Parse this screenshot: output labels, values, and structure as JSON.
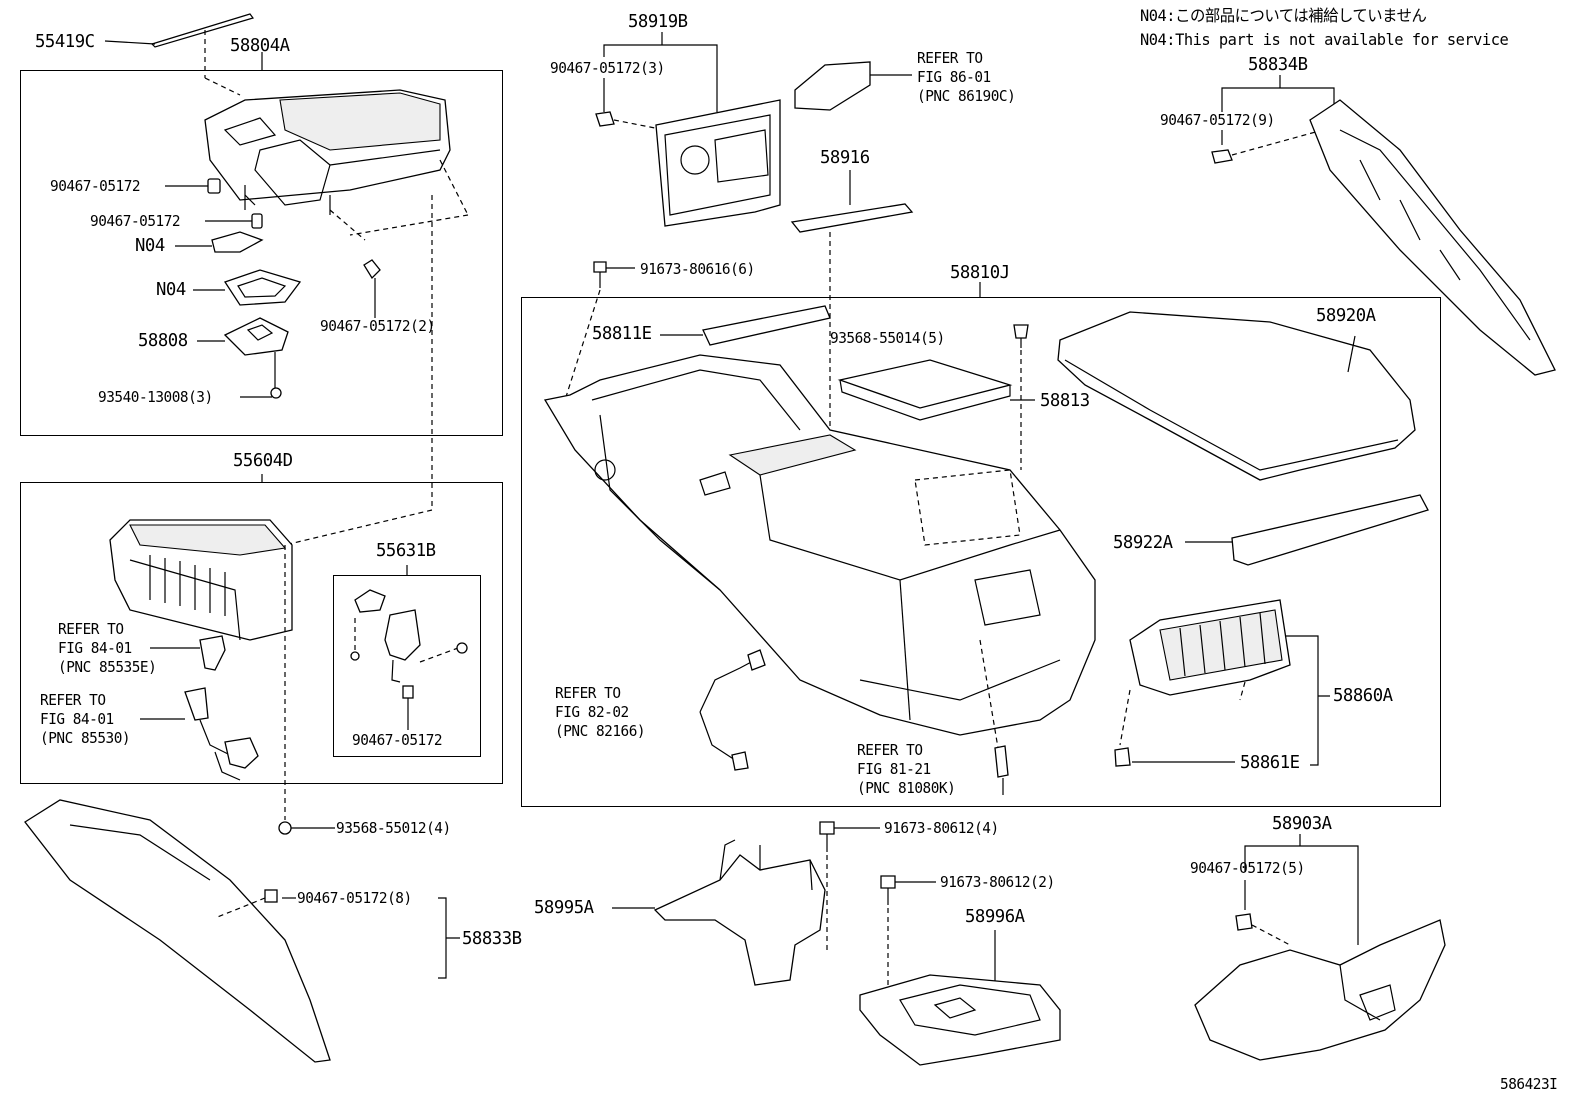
{
  "notes": {
    "jp": "N04:この部品については補給していません",
    "en": "N04:This part is not available for service"
  },
  "figure_id": "586423I",
  "labels": {
    "p55419C": "55419C",
    "p58804A": "58804A",
    "c1": "90467-05172",
    "c2": "90467-05172",
    "n04a": "N04",
    "n04b": "N04",
    "p58808": "58808",
    "s93540": "93540-13008(3)",
    "c3": "90467-05172(2)",
    "p55604D": "55604D",
    "ref1a": "REFER TO",
    "ref1b": "FIG 84-01",
    "ref1c": "(PNC 85535E)",
    "ref2a": "REFER TO",
    "ref2b": "FIG 84-01",
    "ref2c": "(PNC 85530)",
    "p55631B": "55631B",
    "c4": "90467-05172",
    "s93568a": "93568-55012(4)",
    "c8": "90467-05172(8)",
    "p58833B": "58833B",
    "p58919B": "58919B",
    "c5": "90467-05172(3)",
    "ref3a": "REFER TO",
    "ref3b": "FIG 86-01",
    "ref3c": "(PNC 86190C)",
    "p58916": "58916",
    "b91673a": "91673-80616(6)",
    "p58810J": "58810J",
    "p58811E": "58811E",
    "s93568b": "93568-55014(5)",
    "p58813": "58813",
    "p58920A": "58920A",
    "p58922A": "58922A",
    "p58860A": "58860A",
    "p58861E": "58861E",
    "ref4a": "REFER TO",
    "ref4b": "FIG 82-02",
    "ref4c": "(PNC 82166)",
    "ref5a": "REFER TO",
    "ref5b": "FIG 81-21",
    "ref5c": "(PNC 81080K)",
    "p58834B": "58834B",
    "c9": "90467-05172(9)",
    "b91673b": "91673-80612(4)",
    "b91673c": "91673-80612(2)",
    "p58995A": "58995A",
    "p58996A": "58996A",
    "p58903A": "58903A",
    "c5b": "90467-05172(5)"
  }
}
